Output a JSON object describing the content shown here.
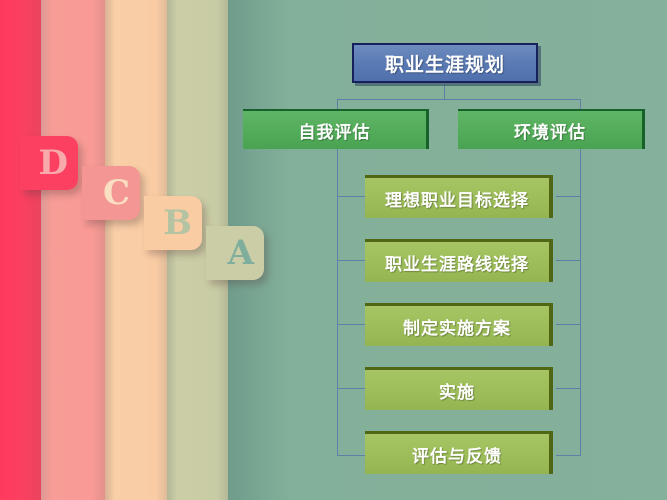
{
  "slide": {
    "background_color": "#83b09a",
    "stripes": [
      {
        "letter": "D",
        "color": "#fb4061",
        "letter_color": "#f7a9ab"
      },
      {
        "letter": "C",
        "color": "#f49693",
        "letter_color": "#fbdfc3"
      },
      {
        "letter": "B",
        "color": "#f9cca4",
        "letter_color": "#b4c3a1"
      },
      {
        "letter": "A",
        "color": "#cbcda7",
        "letter_color": "#7fae9c"
      }
    ]
  },
  "diagram": {
    "title": "职业生涯规划",
    "title_color": "#5b7cb5",
    "branches": [
      {
        "label": "自我评估",
        "color": "#54ad5b"
      },
      {
        "label": "环境评估",
        "color": "#54ad5b"
      }
    ],
    "steps": [
      {
        "label": "理想职业目标选择",
        "color": "#9dbd5a"
      },
      {
        "label": "职业生涯路线选择",
        "color": "#9dbd5a"
      },
      {
        "label": "制定实施方案",
        "color": "#9dbd5a"
      },
      {
        "label": "实施",
        "color": "#9dbd5a"
      },
      {
        "label": "评估与反馈",
        "color": "#9dbd5a"
      }
    ],
    "connector_color": "#5f7fa8"
  }
}
